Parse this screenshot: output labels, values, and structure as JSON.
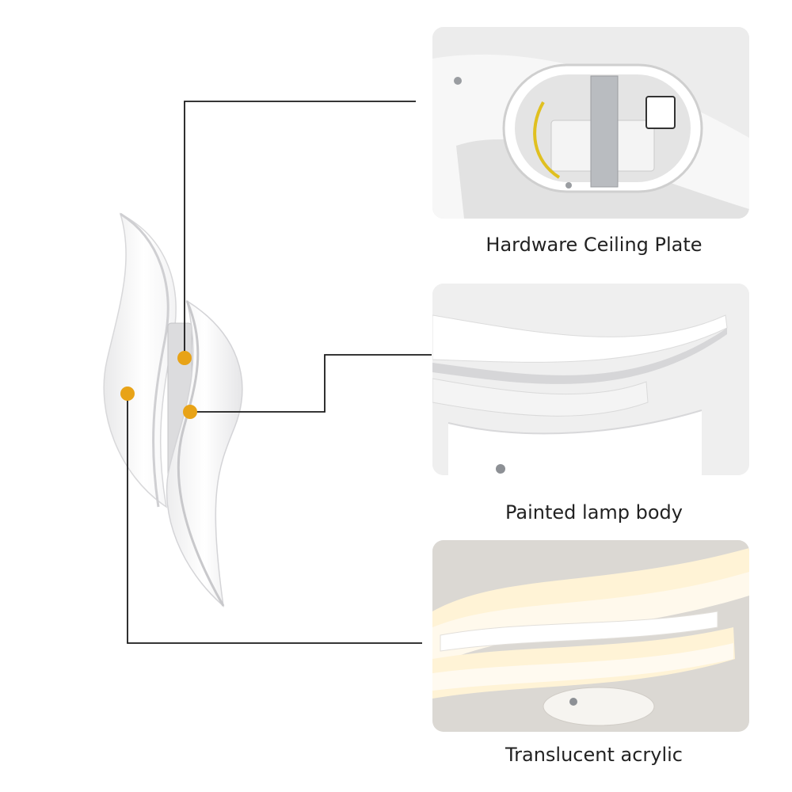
{
  "colors": {
    "background": "#ffffff",
    "leader_line": "#1a1a1a",
    "callout_dot": "#e8a317",
    "caption_text": "#222222",
    "lamp_white": "#ffffff",
    "warm_glow": "#fff3d6"
  },
  "callouts": [
    {
      "label": "Hardware Ceiling Plate"
    },
    {
      "label": "Painted lamp body"
    },
    {
      "label": "Translucent acrylic"
    }
  ]
}
